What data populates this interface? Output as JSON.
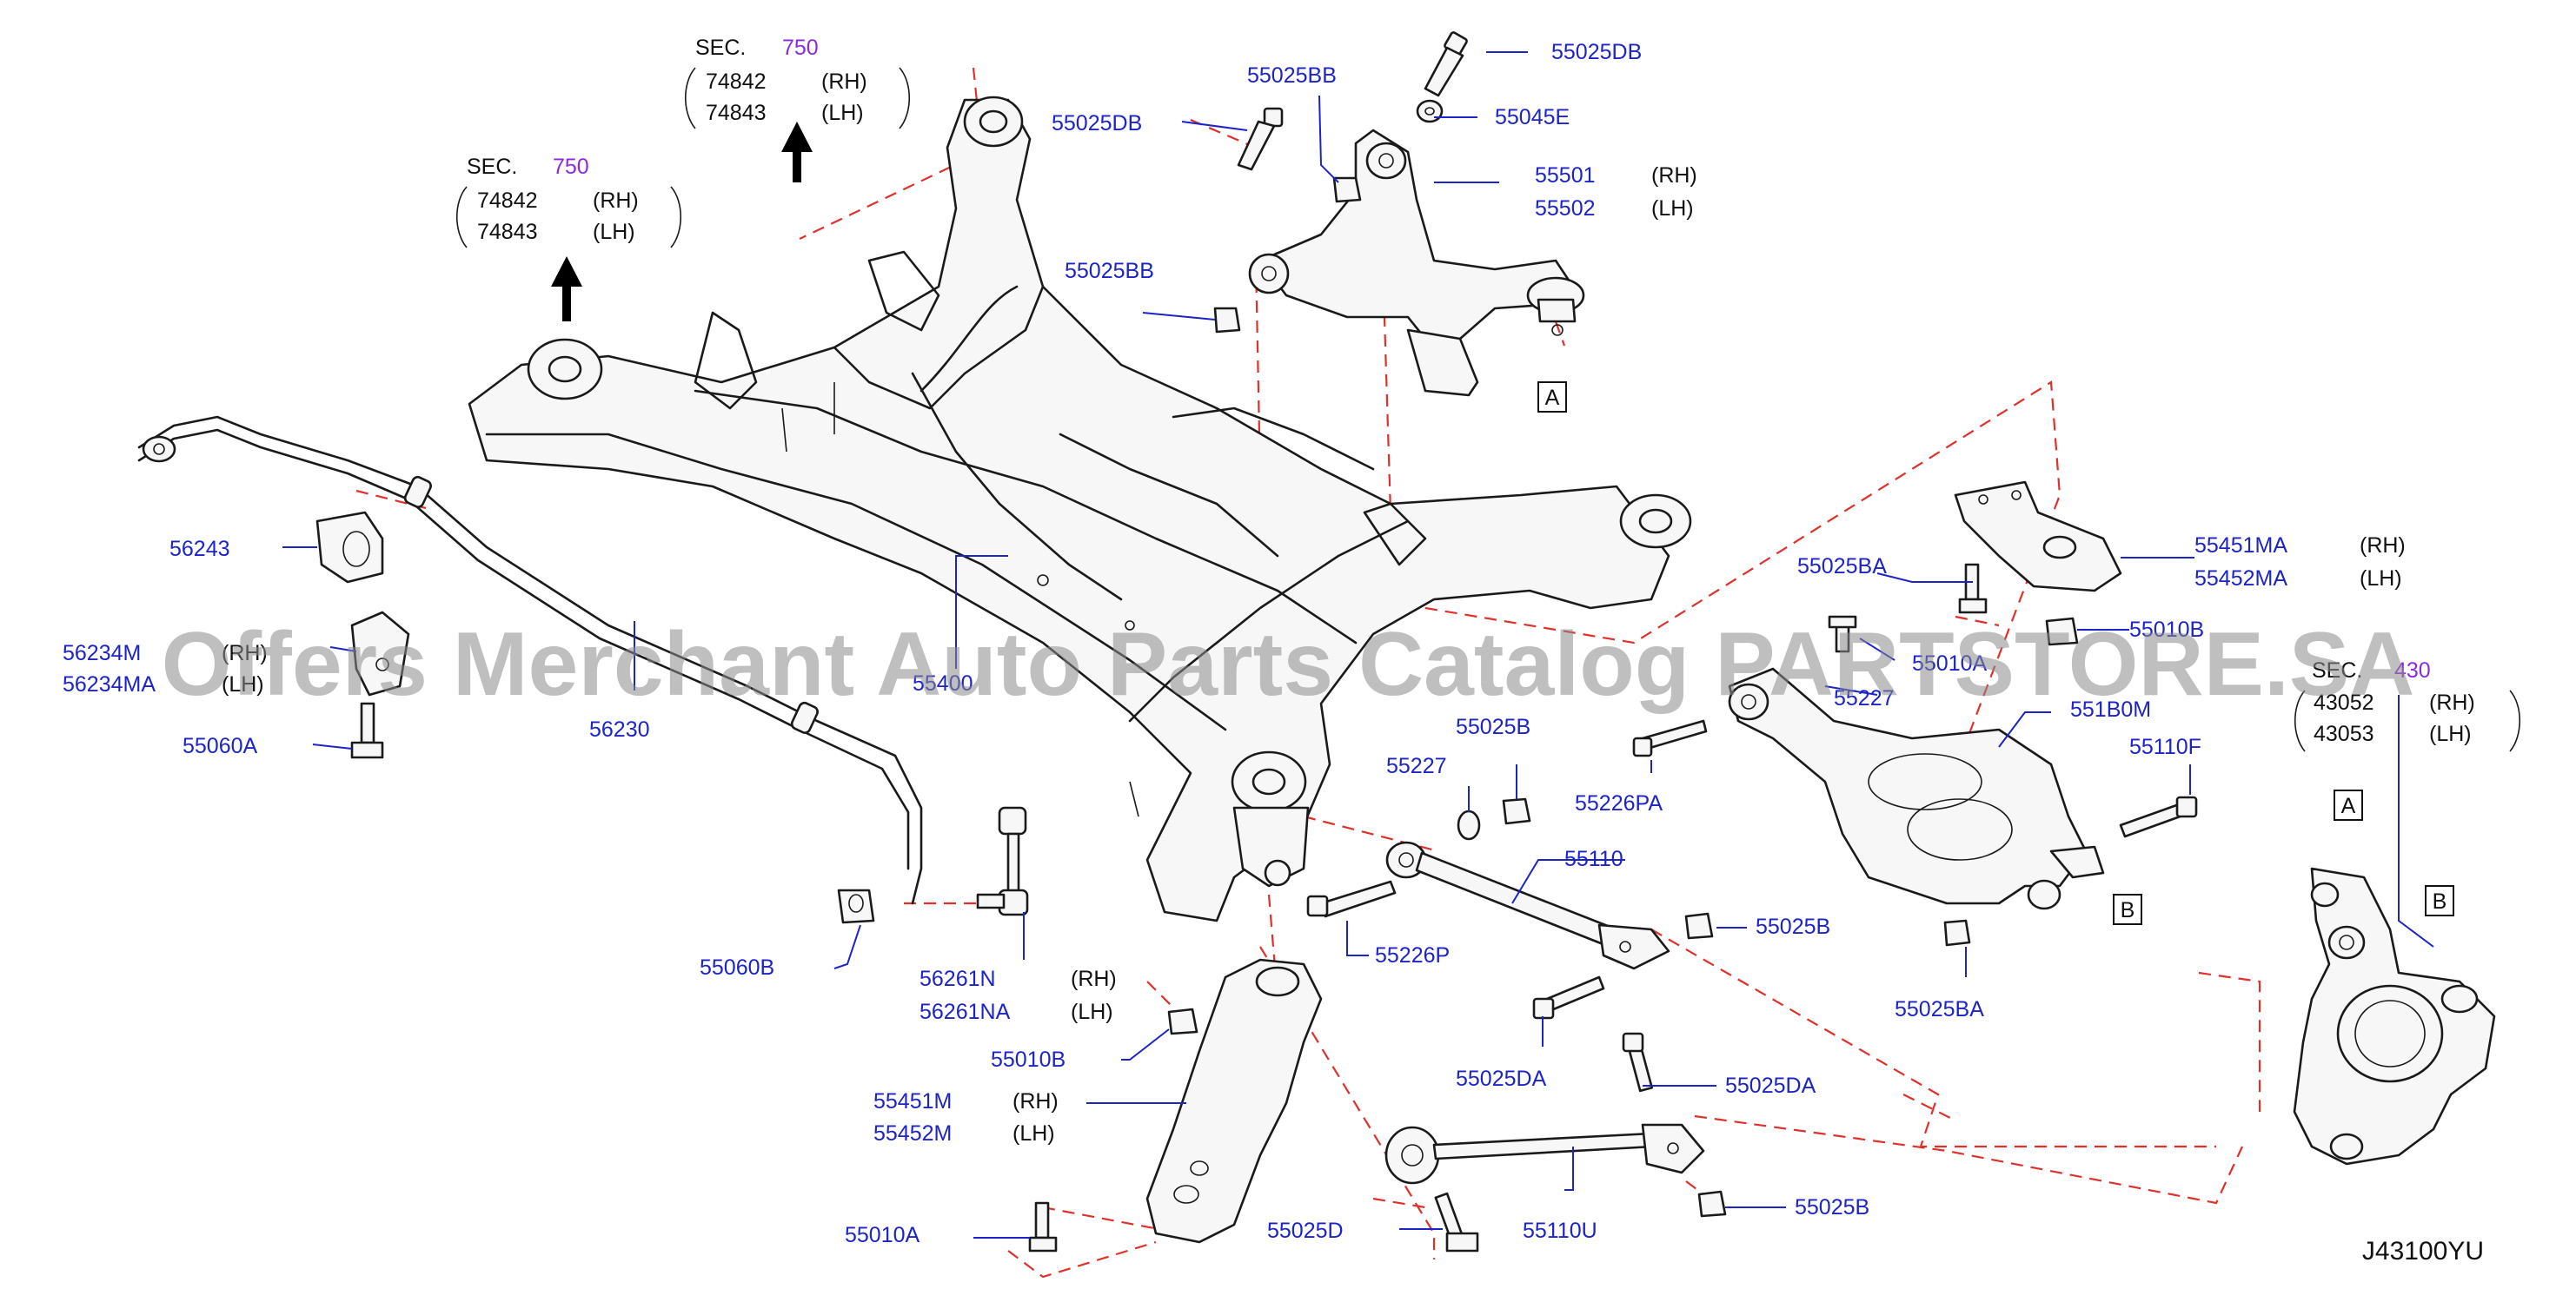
{
  "watermark": "Offers Merchant Auto Parts Catalog PARTSTORE.SA",
  "diagram_code": "J43100YU",
  "sec_refs": [
    {
      "sec": "SEC.",
      "num": "750",
      "rows": [
        [
          "74842",
          "(RH)"
        ],
        [
          "74843",
          "(LH)"
        ]
      ]
    },
    {
      "sec": "SEC.",
      "num": "750",
      "rows": [
        [
          "74842",
          "(RH)"
        ],
        [
          "74843",
          "(LH)"
        ]
      ]
    },
    {
      "sec": "SEC.",
      "num": "430",
      "rows": [
        [
          "43052",
          "(RH)"
        ],
        [
          "43053",
          "(LH)"
        ]
      ]
    }
  ],
  "parts": {
    "p55025DB_a": "55025DB",
    "p55025BB_a": "55025BB",
    "p55025DB_b": "55025DB",
    "p55045E": "55045E",
    "p55501": "55501",
    "p55502": "55502",
    "p55025BB_b": "55025BB",
    "p56243": "56243",
    "p56234M": "56234M",
    "p56234MA": "56234MA",
    "p55060A": "55060A",
    "p56230": "56230",
    "p55400": "55400",
    "p55451MA": "55451MA",
    "p55452MA": "55452MA",
    "p55025BA_a": "55025BA",
    "p55010B_a": "55010B",
    "p55010A_a": "55010A",
    "p55227_a": "55227",
    "p551B0M": "551B0M",
    "p55025B_a": "55025B",
    "p55227_b": "55227",
    "p55226PA": "55226PA",
    "p55110F": "55110F",
    "p55110": "55110",
    "p55060B": "55060B",
    "p56261N": "56261N",
    "p56261NA": "56261NA",
    "p55226P": "55226P",
    "p55025B_b": "55025B",
    "p55010B_b": "55010B",
    "p55451M": "55451M",
    "p55452M": "55452M",
    "p55025DA_a": "55025DA",
    "p55025DA_b": "55025DA",
    "p55010A_b": "55010A",
    "p55025D": "55025D",
    "p55110U": "55110U",
    "p55025B_c": "55025B",
    "p55025BA_b": "55025BA"
  },
  "side": {
    "rh": "(RH)",
    "lh": "(LH)",
    "rh_partial": "(RH)",
    "lh_partial": "(LH)"
  },
  "ref_boxes": {
    "a1": "A",
    "a2": "A",
    "b1": "B",
    "b2": "B"
  }
}
